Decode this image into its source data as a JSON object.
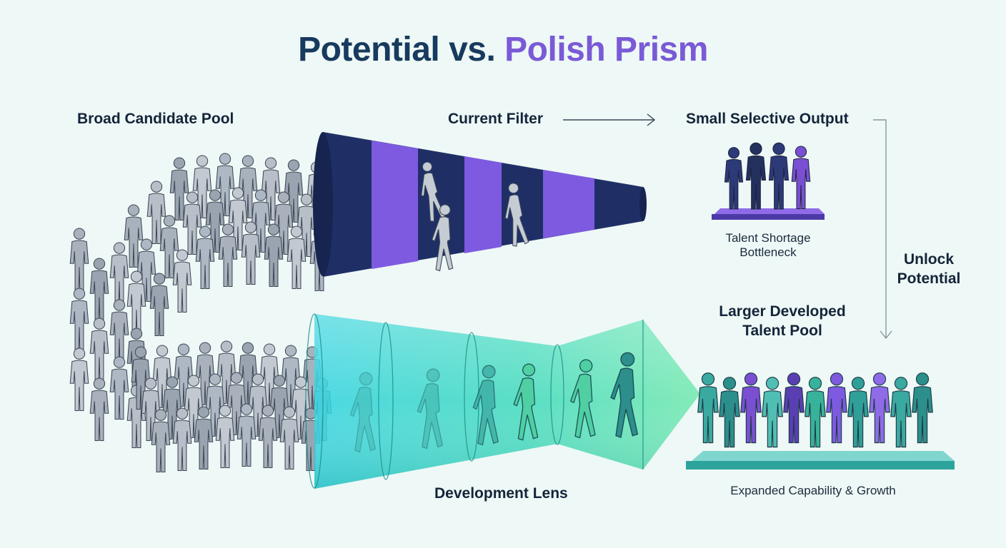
{
  "title": {
    "part1": "Potential vs.",
    "part2": "Polish Prism"
  },
  "labels": {
    "broad_pool": "Broad Candidate Pool",
    "current_filter": "Current Filter",
    "small_output": "Small Selective Output",
    "bottleneck_line1": "Talent Shortage",
    "bottleneck_line2": "Bottleneck",
    "unlock_line1": "Unlock",
    "unlock_line2": "Potential",
    "larger_pool_line1": "Larger Developed",
    "larger_pool_line2": "Talent Pool",
    "development_lens": "Development Lens",
    "expanded": "Expanded Capability & Growth"
  },
  "colors": {
    "background": "#eef8f6",
    "title_primary": "#173a5e",
    "title_accent": "#7a5ad6",
    "filter_navy": "#1f2f66",
    "filter_purple": "#7e5ae0",
    "lens_teal": "#33d6c8",
    "lens_green": "#4fe0a6",
    "crowd_gray": "#a9b1bc",
    "people_teal": "#3aa9a0",
    "people_purple": "#7a4fd1"
  },
  "icons": {
    "arrow": "right-arrow-icon",
    "connector": "down-arrow-icon",
    "person": "person-icon"
  }
}
